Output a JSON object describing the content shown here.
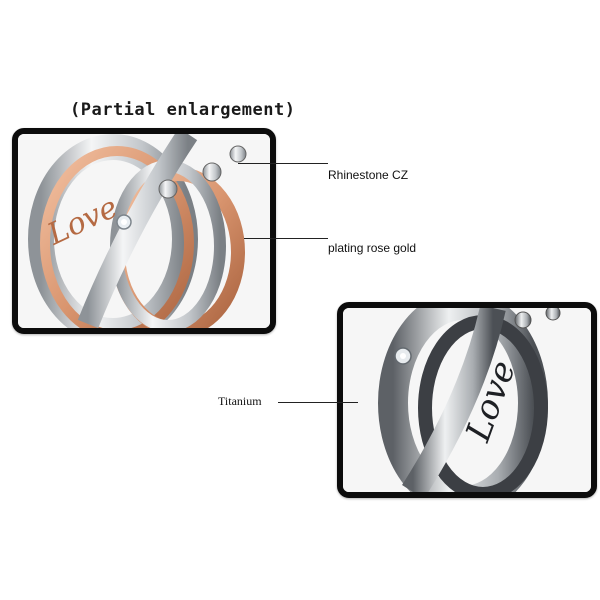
{
  "heading": "(Partial enlargement)",
  "callouts": {
    "rhinestone": "Rhinestone CZ",
    "rose_gold": "plating  rose gold",
    "titanium": "Titanium"
  },
  "engraving": "Love",
  "colors": {
    "rose_gold": "#d9956f",
    "steel": "#c9cdd1",
    "dark_steel": "#3c3f44",
    "frame": "#0c0c0c"
  }
}
